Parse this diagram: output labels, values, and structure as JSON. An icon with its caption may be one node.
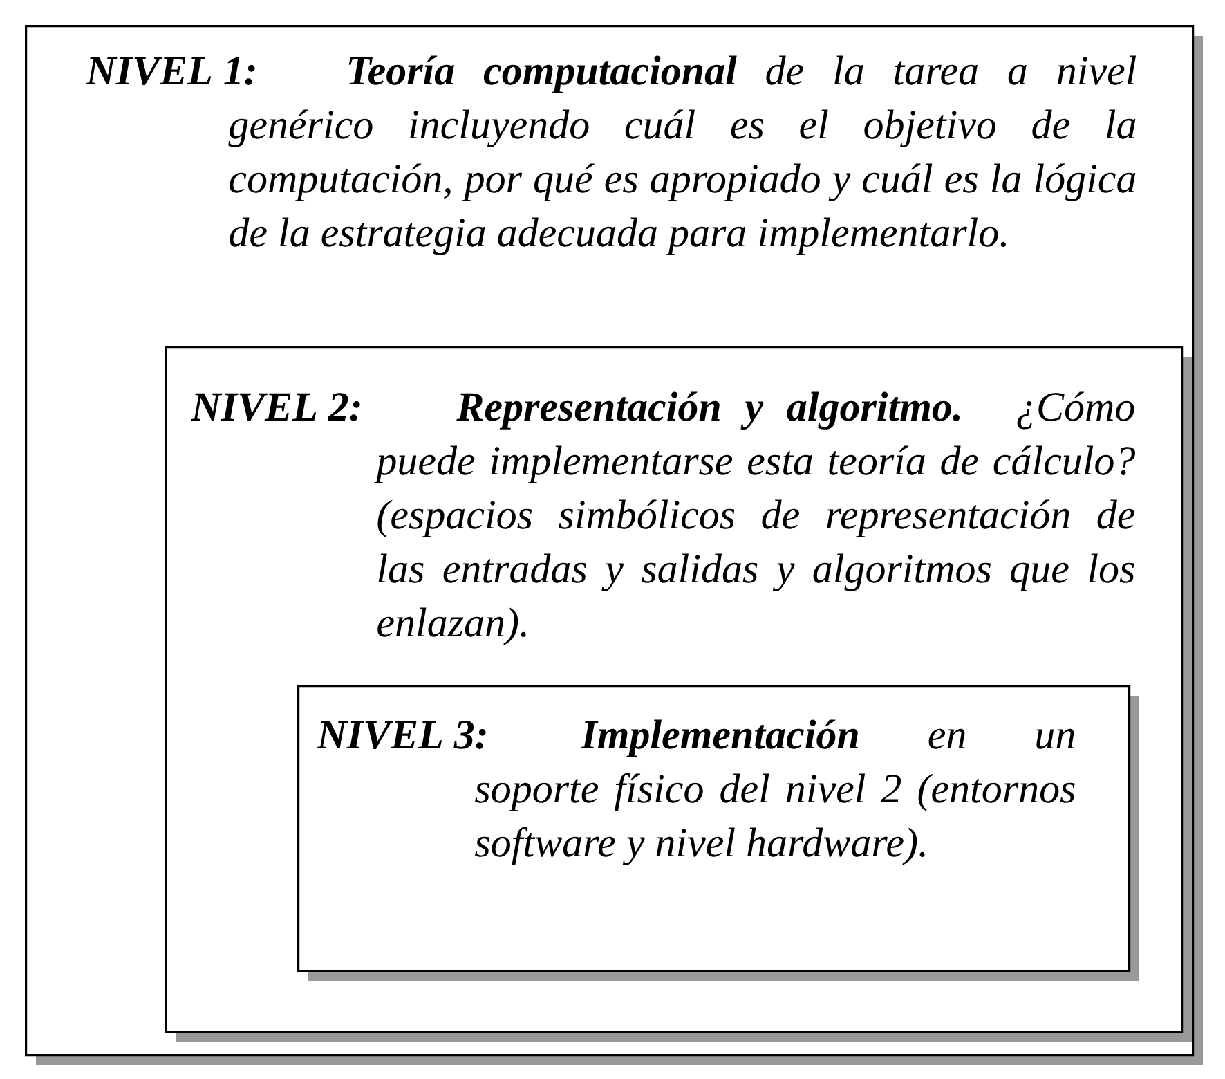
{
  "diagram": {
    "nodes": [
      {
        "text": [
          "NIVEL 1:",
          "**Teoría computacional** de la tarea a nivel genérico incluyendo cuál es el objetivo de la computación, por qué es apropiado y cuál es la lógica de la estrategia adecuada para implementarlo."
        ]
      },
      {
        "text": [
          "NIVEL 2:",
          "**Representación y algoritmo.** ¿Cómo puede implementarse esta teoría de cálculo? (espacios simbólicos de representación de las entradas y salidas y algoritmos que los enlazan)."
        ],
        "in": 0
      },
      {
        "text": [
          "NIVEL 3:",
          "**Implementación** en un soporte físico del nivel 2 (entornos software y nivel hardware)."
        ],
        "in": 1
      }
    ]
  }
}
